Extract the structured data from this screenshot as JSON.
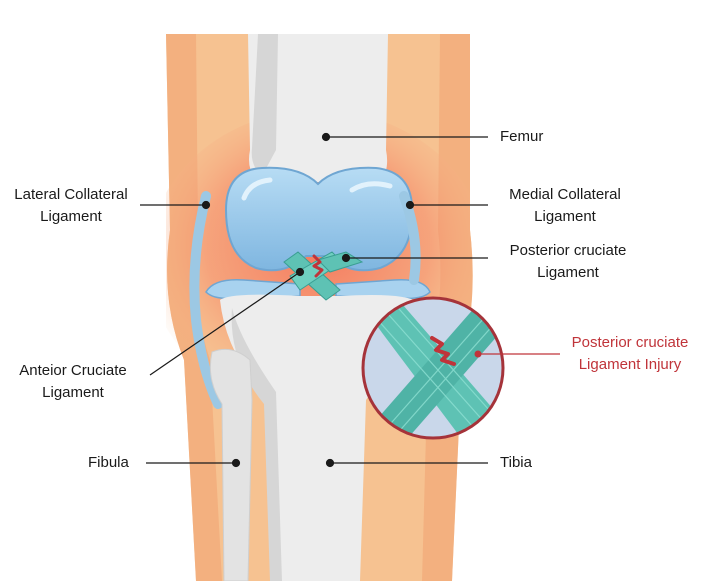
{
  "labels": {
    "femur": "Femur",
    "lcl_line1": "Lateral Collateral",
    "lcl_line2": "Ligament",
    "mcl_line1": "Medial Collateral",
    "mcl_line2": "Ligament",
    "pcl_line1": "Posterior cruciate",
    "pcl_line2": "Ligament",
    "injury_line1": "Posterior cruciate",
    "injury_line2": "Ligament Injury",
    "acl_line1": "Anteior Cruciate",
    "acl_line2": "Ligament",
    "fibula": "Fibula",
    "tibia": "Tibia"
  },
  "colors": {
    "skin": "#f6c291",
    "skin_dark": "#f2a877",
    "glow": "#f58a6a",
    "bone": "#ededed",
    "bone_shade": "#d6d6d6",
    "cartilage": "#8fc3e8",
    "ligament": "#5ec2b4",
    "injury": "#c0343a",
    "leader": "#1a1a1a"
  }
}
